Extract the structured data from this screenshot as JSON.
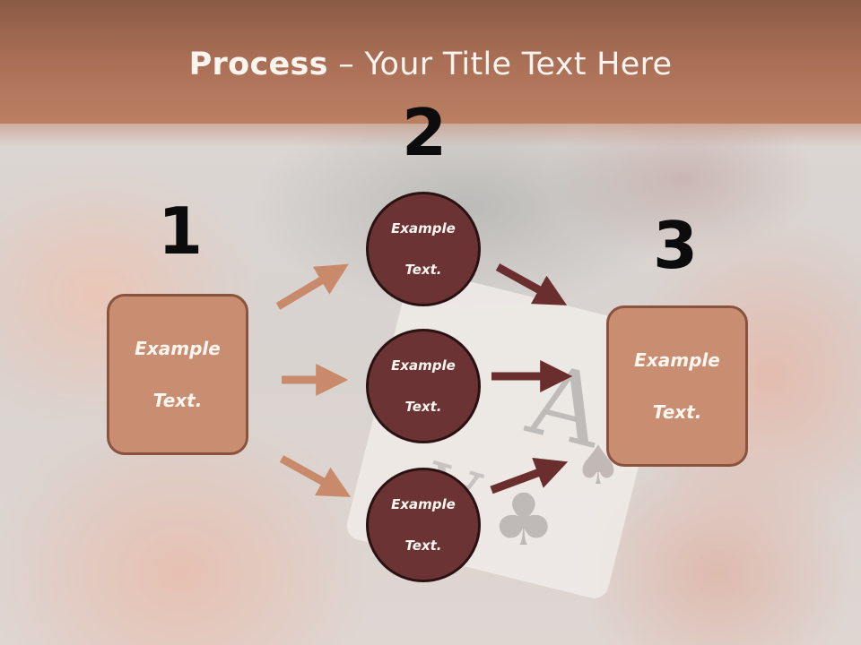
{
  "title": {
    "bold": "Process",
    "rest": " – Your Title Text Here"
  },
  "steps": {
    "one": "1",
    "two": "2",
    "three": "3"
  },
  "left_box": {
    "line1": "Example",
    "line2": "Text."
  },
  "right_box": {
    "line1": "Example",
    "line2": "Text."
  },
  "circles": [
    {
      "line1": "Example",
      "line2": "Text."
    },
    {
      "line1": "Example",
      "line2": "Text."
    },
    {
      "line1": "Example",
      "line2": "Text."
    }
  ],
  "colors": {
    "title_bar": "#a86e55",
    "box_fill": "#c98e72",
    "circle_fill": "#6b3333",
    "arrow_light": "#c98a6c",
    "arrow_dark": "#6b2e2e"
  }
}
